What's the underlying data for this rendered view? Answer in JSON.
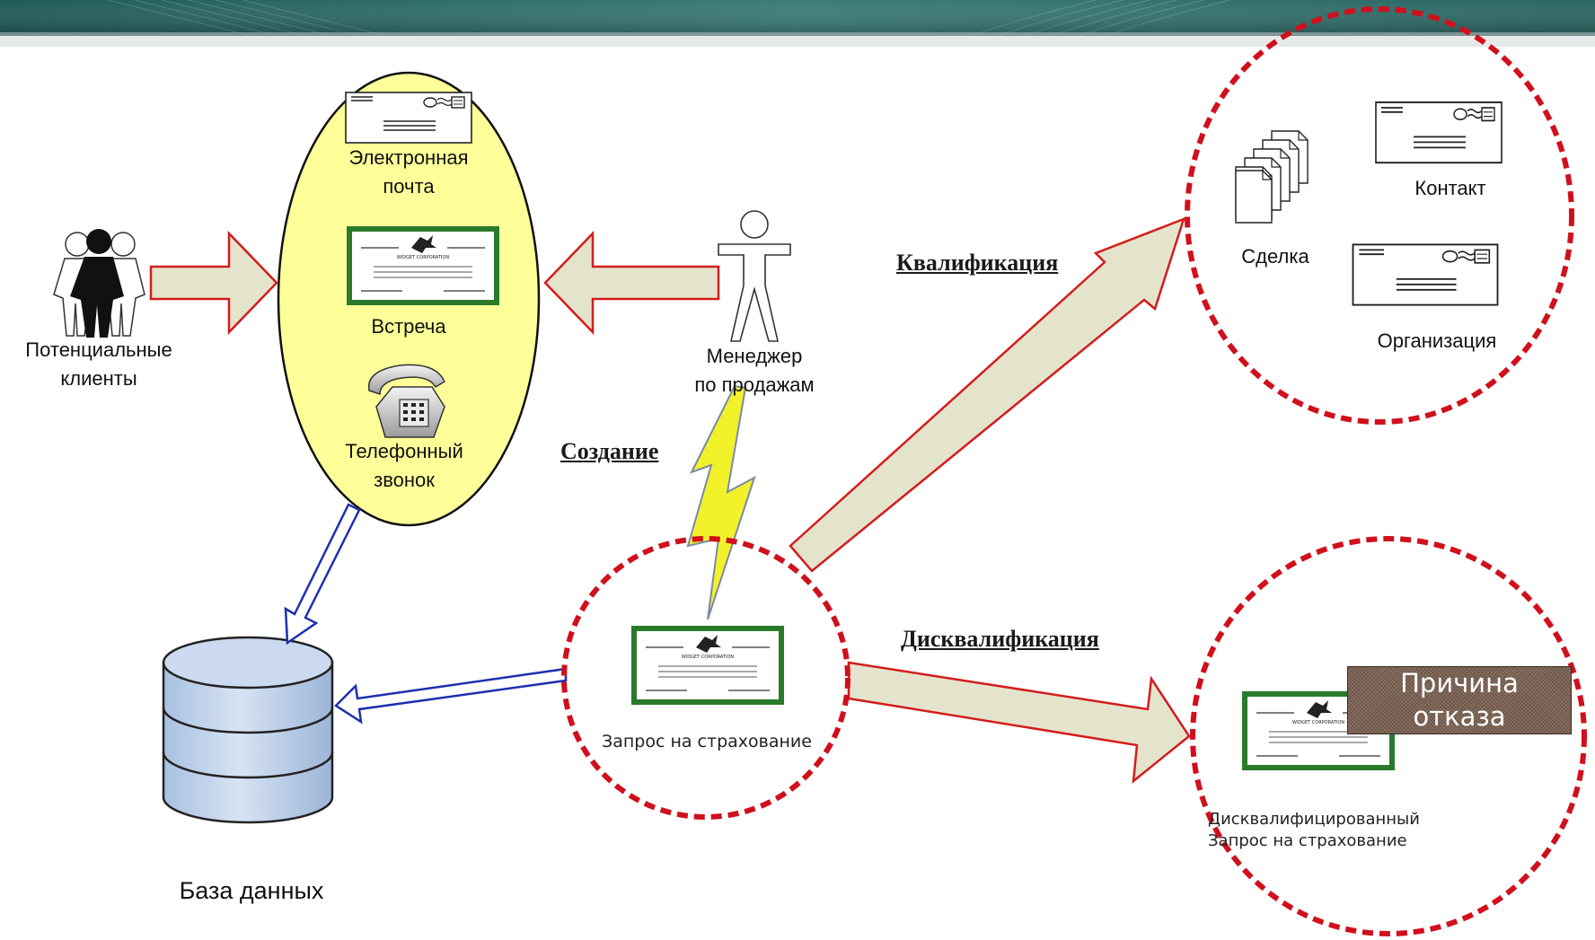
{
  "diagram": {
    "sources": {
      "email": "Электронная\nпочта",
      "meeting": "Встреча",
      "phone": "Телефонный\nзвонок"
    },
    "actors": {
      "prospects": "Потенциальные\nклиенты",
      "manager": "Менеджер\nпо продажам"
    },
    "database": "База данных",
    "request": "Запрос на страхование",
    "operations": {
      "create": "Создание",
      "qualify": "Квалификация",
      "disqualify": "Дисквалификация"
    },
    "qualified": {
      "deal": "Сделка",
      "contact": "Контакт",
      "organization": "Организация"
    },
    "disqualified": {
      "label": "Дисквалифицированный\nЗапрос на страхование",
      "reason": "Причина\nотказа"
    }
  },
  "colors": {
    "banner": "#2f6e6b",
    "oval_fill": "#ffff99",
    "arrow_fill": "#e4e4cc",
    "arrow_stroke": "#d41c1c",
    "dashed_circle": "#d0101c",
    "db_fill": "#b8cde8",
    "blue_arrow": "#1e2fb0",
    "doc_frame": "#2a7a2a",
    "lightning": "#f2f22a"
  }
}
